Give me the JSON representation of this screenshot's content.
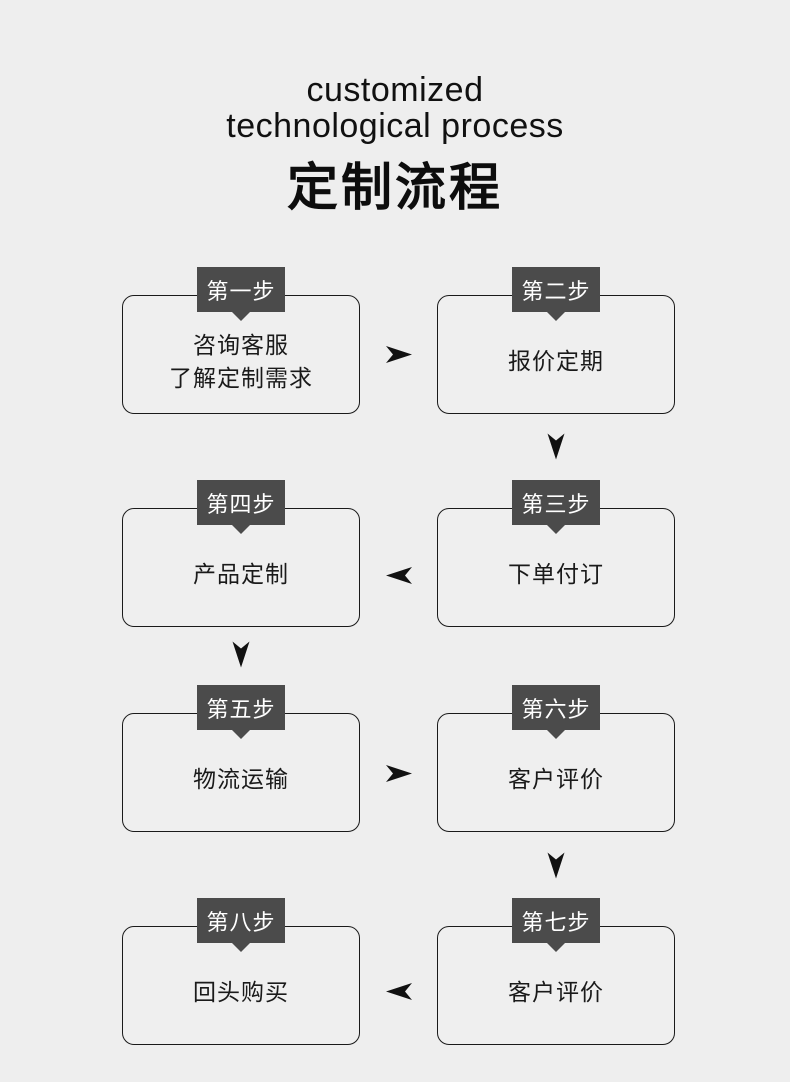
{
  "header": {
    "title_en_line1": "customized",
    "title_en_line2": "technological process",
    "title_cn": "定制流程"
  },
  "steps": [
    {
      "step_label": "第一步",
      "lines": [
        "咨询客服",
        "了解定制需求"
      ]
    },
    {
      "step_label": "第二步",
      "lines": [
        "报价定期"
      ]
    },
    {
      "step_label": "第三步",
      "lines": [
        "下单付订"
      ]
    },
    {
      "step_label": "第四步",
      "lines": [
        "产品定制"
      ]
    },
    {
      "step_label": "第五步",
      "lines": [
        "物流运输"
      ]
    },
    {
      "step_label": "第六步",
      "lines": [
        "客户评价"
      ]
    },
    {
      "step_label": "第七步",
      "lines": [
        "客户评价"
      ]
    },
    {
      "step_label": "第八步",
      "lines": [
        "回头购买"
      ]
    }
  ],
  "flow": {
    "connections": [
      {
        "from": "第一步",
        "to": "第二步",
        "direction": "right"
      },
      {
        "from": "第二步",
        "to": "第三步",
        "direction": "down"
      },
      {
        "from": "第三步",
        "to": "第四步",
        "direction": "left"
      },
      {
        "from": "第四步",
        "to": "第五步",
        "direction": "down"
      },
      {
        "from": "第五步",
        "to": "第六步",
        "direction": "right"
      },
      {
        "from": "第六步",
        "to": "第七步",
        "direction": "down"
      },
      {
        "from": "第七步",
        "to": "第八步",
        "direction": "left"
      }
    ]
  },
  "icons": {
    "arrow_right": "arrow-right-icon",
    "arrow_down": "arrow-down-icon",
    "arrow_left": "arrow-left-icon"
  },
  "colors": {
    "background": "#eeeeee",
    "badge": "#4b4b4b",
    "badge_text": "#ffffff",
    "box_border": "#1a1a1a",
    "text": "#1a1a1a",
    "arrow": "#111111"
  }
}
